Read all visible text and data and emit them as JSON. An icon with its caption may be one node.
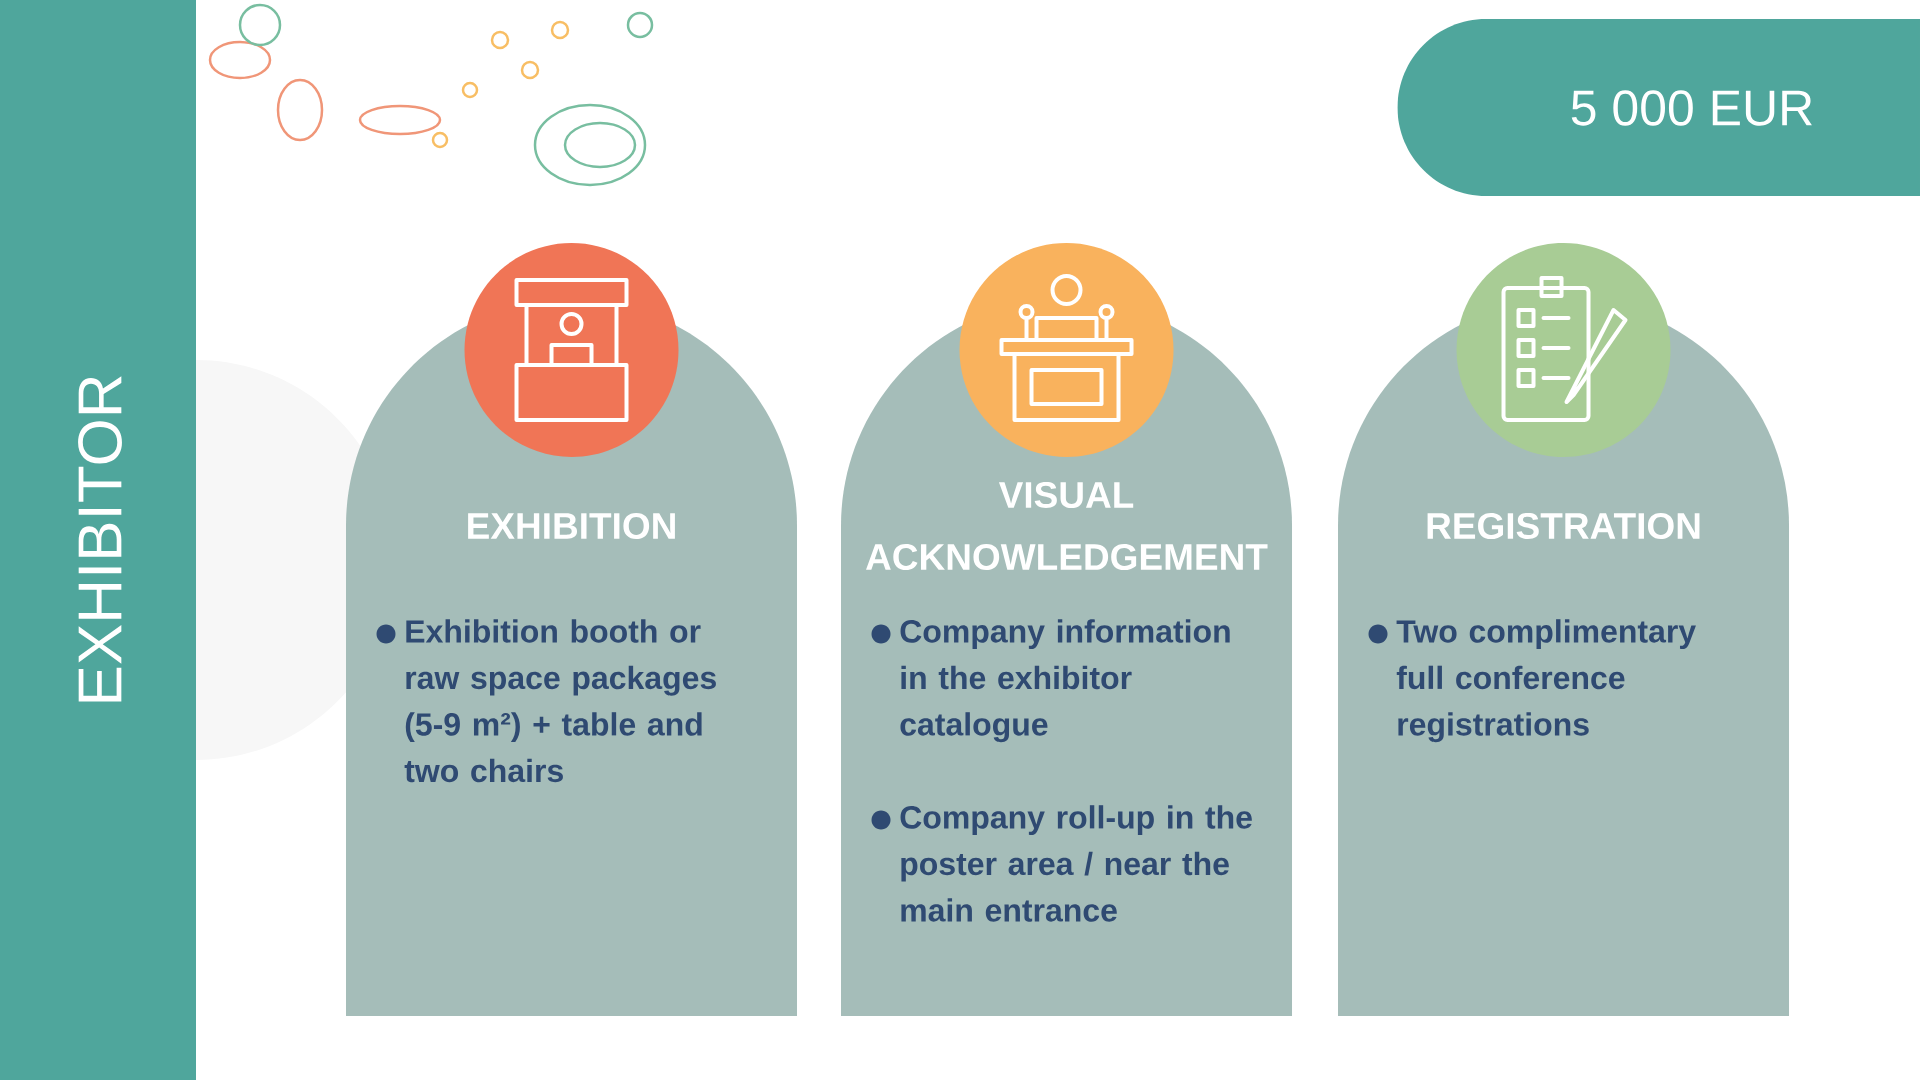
{
  "diagram": {
    "nodes": [
      {
        "text": [
          "EXHIBITOR"
        ]
      },
      {
        "text": [
          "5 000 EUR"
        ]
      },
      {
        "text": [
          "EXHIBITION",
          "Exhibition booth or raw space packages (5-9 m²) + table and two chairs"
        ]
      },
      {
        "text": [
          "VISUAL ACKNOWLEDGEMENT",
          "Company information in the exhibitor catalogue",
          "Company roll-up in the poster area / near the main entrance"
        ]
      },
      {
        "text": [
          "REGISTRATION",
          "Two complimentary full conference registrations"
        ]
      }
    ]
  }
}
